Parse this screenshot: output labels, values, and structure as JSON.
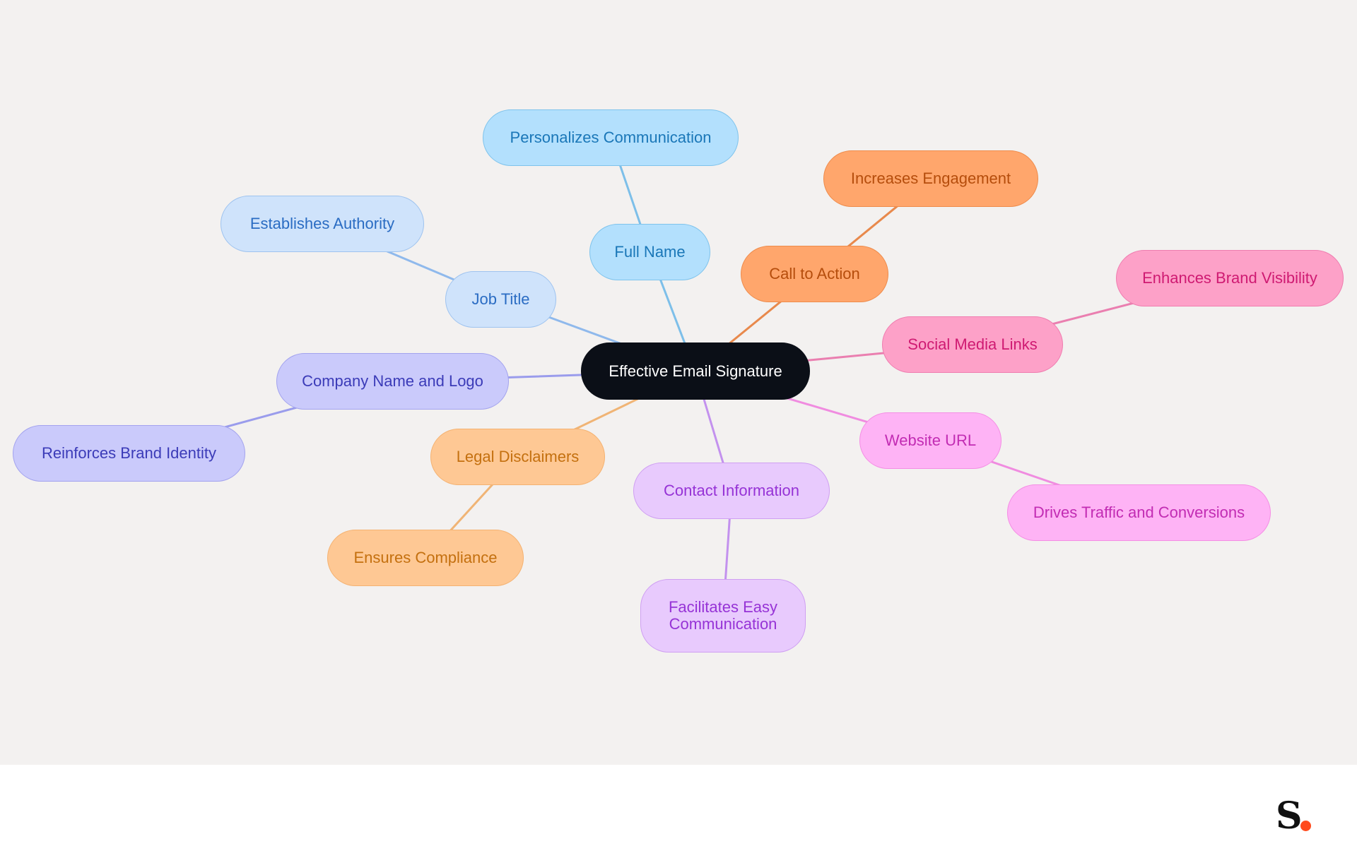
{
  "root": {
    "label": "Effective Email Signature",
    "fill": "#0b0f17",
    "text": "#ffffff"
  },
  "branches": [
    {
      "id": "full-name",
      "label": "Full Name",
      "child": "Personalizes Communication",
      "fill": "#b3e0fd",
      "stroke": "#7ec3ec",
      "text": "#1a77b8",
      "line": "#7dbfe9"
    },
    {
      "id": "job-title",
      "label": "Job Title",
      "child": "Establishes Authority",
      "fill": "#cfe3fb",
      "stroke": "#9ec3ef",
      "text": "#2a6cc3",
      "line": "#8fb9ec"
    },
    {
      "id": "company-name-and-logo",
      "label": "Company Name and Logo",
      "child": "Reinforces Brand Identity",
      "fill": "#cacafb",
      "stroke": "#a3a3ee",
      "text": "#3b3bb8",
      "line": "#9a9cec"
    },
    {
      "id": "legal-disclaimers",
      "label": "Legal Disclaimers",
      "child": "Ensures Compliance",
      "fill": "#fec894",
      "stroke": "#f4b271",
      "text": "#c4700f",
      "line": "#f0b475"
    },
    {
      "id": "contact-information",
      "label": "Contact Information",
      "child": "Facilitates Easy\nCommunication",
      "fill": "#e8cafd",
      "stroke": "#cf9ff2",
      "text": "#9633d6",
      "line": "#c391ee"
    },
    {
      "id": "website-url",
      "label": "Website URL",
      "child": "Drives Traffic and Conversions",
      "fill": "#feb3f5",
      "stroke": "#f48de4",
      "text": "#c22cb3",
      "line": "#f08ce0"
    },
    {
      "id": "social-media-links",
      "label": "Social Media Links",
      "child": "Enhances Brand Visibility",
      "fill": "#fda1c8",
      "stroke": "#ef7db0",
      "text": "#cf1a72",
      "line": "#ea7fb0"
    },
    {
      "id": "call-to-action",
      "label": "Call to Action",
      "child": "Increases Engagement",
      "fill": "#ffa66c",
      "stroke": "#ee8b4b",
      "text": "#b54d0c",
      "line": "#e8894c"
    }
  ],
  "logo": {
    "text": "S"
  }
}
